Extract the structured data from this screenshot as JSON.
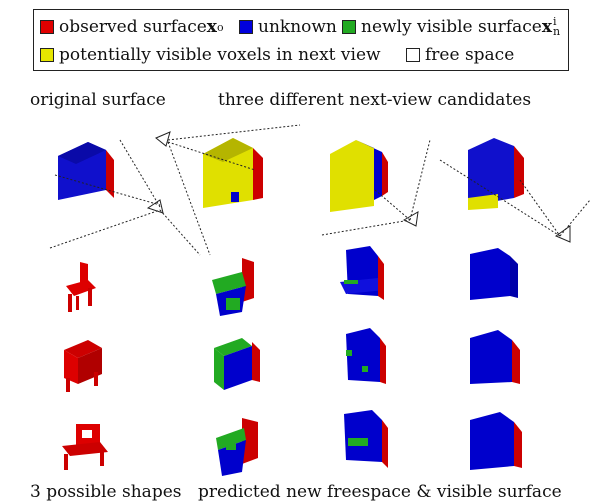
{
  "legend": {
    "observed": {
      "label": "observed surface ",
      "var": "x",
      "sub": "o",
      "color": "#e00000"
    },
    "unknown": {
      "label": "unknown",
      "color": "#0000dd"
    },
    "newly": {
      "label": "newly visible surface ",
      "var": "x",
      "sub": "n",
      "sup": "i",
      "color": "#22aa22"
    },
    "potential": {
      "label": "potentially visible voxels in next view",
      "color": "#e6e600"
    },
    "free": {
      "label": "free space",
      "color": "#ffffff"
    }
  },
  "captions": {
    "original": "original surface",
    "candidates": "three different next-view candidates",
    "shapes": "3 possible shapes",
    "predicted": "predicted new freespace & visible surface"
  }
}
